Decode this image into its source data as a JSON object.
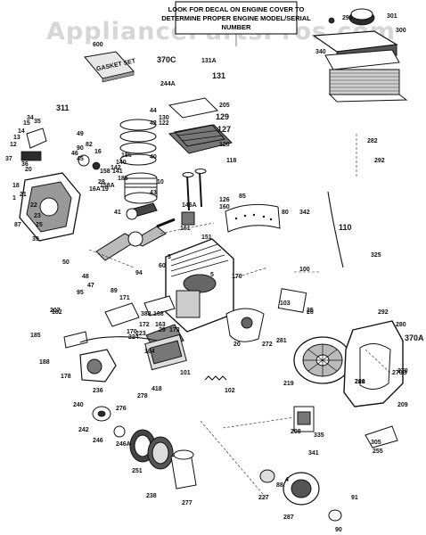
{
  "watermark": "AppliancePartsPros.com",
  "header_note": {
    "lines": [
      "LOOK FOR DECAL ON ENGINE COVER TO",
      "DETERMINE PROPER ENGINE MODEL/SERIAL",
      "NUMBER"
    ]
  },
  "gasket_set": {
    "number": "600",
    "text": "GASKET SET"
  },
  "part_labels": [
    "311",
    "15",
    "14",
    "13",
    "12",
    "34",
    "35",
    "37",
    "36",
    "20",
    "49",
    "46",
    "45",
    "18",
    "21",
    "90",
    "16",
    "82",
    "44",
    "42",
    "41",
    "43",
    "40",
    "10",
    "1",
    "87",
    "25",
    "23",
    "22",
    "39",
    "50",
    "158",
    "28",
    "19",
    "142",
    "141",
    "140",
    "186",
    "185",
    "158A",
    "16A",
    "370C",
    "131A",
    "244A",
    "131",
    "205",
    "130",
    "129",
    "122",
    "127",
    "120",
    "118",
    "298",
    "301",
    "300",
    "340",
    "282",
    "292",
    "85",
    "80",
    "342",
    "110",
    "325",
    "126",
    "146A",
    "160",
    "161",
    "151",
    "3",
    "60",
    "48",
    "47",
    "95",
    "94",
    "89",
    "171",
    "168",
    "163",
    "29",
    "173",
    "172",
    "170",
    "223",
    "224",
    "185",
    "182",
    "207",
    "188",
    "184",
    "388",
    "178",
    "236",
    "240",
    "242",
    "246",
    "246A",
    "251",
    "238",
    "277",
    "276",
    "278",
    "418",
    "101",
    "102",
    "100",
    "103",
    "25",
    "26",
    "20",
    "272",
    "281",
    "261",
    "292",
    "280",
    "370A",
    "270B",
    "270",
    "220",
    "209",
    "219",
    "208",
    "335",
    "341",
    "305",
    "255",
    "227",
    "287",
    "91",
    "90",
    "88",
    "4",
    "5",
    "170"
  ]
}
